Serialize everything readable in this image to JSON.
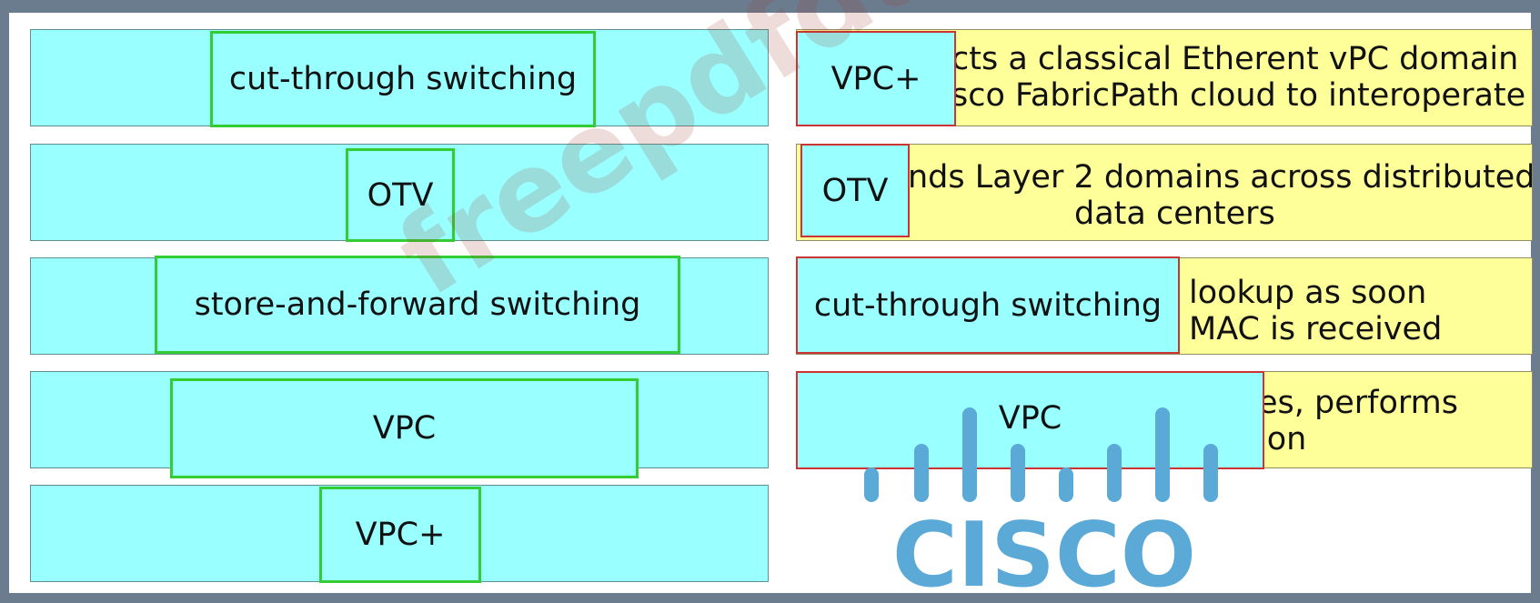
{
  "left_items": [
    {
      "label": "cut-through switching"
    },
    {
      "label": "OTV"
    },
    {
      "label": "store-and-forward switching"
    },
    {
      "label": "VPC"
    },
    {
      "label": "VPC+"
    }
  ],
  "right_items": [
    {
      "chip": "VPC+",
      "desc_line1": "cts a classical Etherent vPC domain",
      "desc_line2": "sco FabricPath cloud to interoperate"
    },
    {
      "chip": "OTV",
      "desc_line1": "nds Layer 2 domains across distributed",
      "desc_line2": "data centers"
    },
    {
      "chip": "cut-through switching",
      "desc_line1": "lookup as soon",
      "desc_line2": "MAC is received"
    },
    {
      "chip": "VPC",
      "desc_line1": "es, performs",
      "desc_line2": "ion"
    }
  ],
  "watermark": "freepdfdumps.com",
  "logo": {
    "wordmark": "CISCO",
    "color": "#5aa9d6"
  }
}
